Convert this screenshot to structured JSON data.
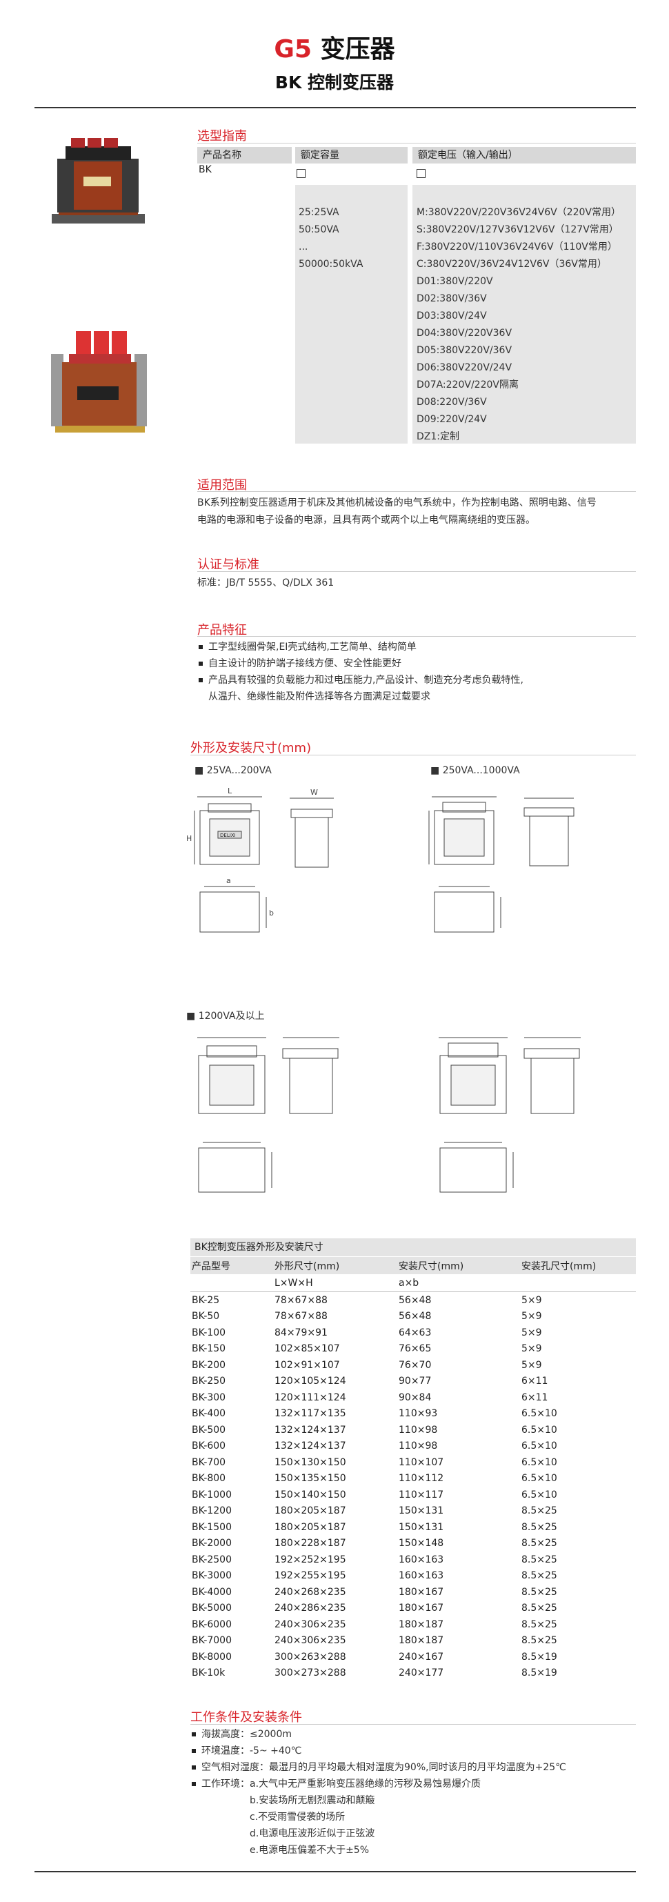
{
  "header": {
    "series": "G5",
    "series_suffix": " 变压器",
    "subtitle": "BK 控制变压器"
  },
  "selection": {
    "title": "选型指南",
    "columns": [
      "产品名称",
      "额定容量",
      "额定电压（输入/输出）"
    ],
    "product": "BK",
    "capacity_lines": [
      "25:25VA",
      "50:50VA",
      "...",
      " 50000:50kVA"
    ],
    "voltage_lines": [
      "M:380V220V/220V36V24V6V（220V常用）",
      "S:380V220V/127V36V12V6V（127V常用）",
      "F:380V220V/110V36V24V6V（110V常用）",
      "C:380V220V/36V24V12V6V（36V常用）",
      "D01:380V/220V",
      "D02:380V/36V",
      "D03:380V/24V",
      "D04:380V/220V36V",
      "D05:380V220V/36V",
      "D06:380V220V/24V",
      "D07A:220V/220V隔离",
      "D08:220V/36V",
      "D09:220V/24V",
      "DZ1:定制"
    ]
  },
  "scope": {
    "title": "适用范围",
    "text1": "BK系列控制变压器适用于机床及其他机械设备的电气系统中，作为控制电路、照明电路、信号",
    "text2": "电路的电源和电子设备的电源，且具有两个或两个以上电气隔离绕组的变压器。"
  },
  "standard": {
    "title": "认证与标准",
    "text": "标准：JB/T 5555、Q/DLX 361"
  },
  "features": {
    "title": "产品特征",
    "items": [
      "工字型线圈骨架,EI壳式结构,工艺简单、结构简单",
      "自主设计的防护端子接线方便、安全性能更好",
      "产品具有较强的负载能力和过电压能力,产品设计、制造充分考虑负载特性,"
    ],
    "continuation": "从温升、绝缘性能及附件选择等各方面满足过载要求"
  },
  "dimensions": {
    "title": "外形及安装尺寸(mm)",
    "group1": "25VA...200VA",
    "group2": "250VA...1000VA",
    "group3": "1200VA及以上",
    "label_L": "L",
    "label_W": "W",
    "label_H": "H",
    "label_a": "a",
    "label_b": "b",
    "brand": "DELIXI"
  },
  "dim_table": {
    "caption": "BK控制变压器外形及安装尺寸",
    "headers": [
      "产品型号",
      "外形尺寸(mm)",
      "安装尺寸(mm)",
      "安装孔尺寸(mm)"
    ],
    "subheaders": [
      "",
      "L×W×H",
      "a×b",
      ""
    ],
    "rows": [
      [
        "BK-25",
        "78×67×88",
        "56×48",
        "5×9"
      ],
      [
        "BK-50",
        "78×67×88",
        "56×48",
        "5×9"
      ],
      [
        "BK-100",
        "84×79×91",
        "64×63",
        "5×9"
      ],
      [
        "BK-150",
        "102×85×107",
        "76×65",
        "5×9"
      ],
      [
        "BK-200",
        "102×91×107",
        "76×70",
        "5×9"
      ],
      [
        "BK-250",
        "120×105×124",
        "90×77",
        "6×11"
      ],
      [
        "BK-300",
        "120×111×124",
        "90×84",
        "6×11"
      ],
      [
        "BK-400",
        "132×117×135",
        "110×93",
        "6.5×10"
      ],
      [
        "BK-500",
        "132×124×137",
        "110×98",
        "6.5×10"
      ],
      [
        "BK-600",
        "132×124×137",
        "110×98",
        "6.5×10"
      ],
      [
        "BK-700",
        "150×130×150",
        "110×107",
        "6.5×10"
      ],
      [
        "BK-800",
        "150×135×150",
        "110×112",
        "6.5×10"
      ],
      [
        "BK-1000",
        "150×140×150",
        "110×117",
        "6.5×10"
      ],
      [
        "BK-1200",
        "180×205×187",
        "150×131",
        "8.5×25"
      ],
      [
        "BK-1500",
        "180×205×187",
        "150×131",
        "8.5×25"
      ],
      [
        "BK-2000",
        "180×228×187",
        "150×148",
        "8.5×25"
      ],
      [
        "BK-2500",
        "192×252×195",
        "160×163",
        "8.5×25"
      ],
      [
        "BK-3000",
        "192×255×195",
        "160×163",
        "8.5×25"
      ],
      [
        "BK-4000",
        "240×268×235",
        "180×167",
        "8.5×25"
      ],
      [
        "BK-5000",
        "240×286×235",
        "180×167",
        "8.5×25"
      ],
      [
        "BK-6000",
        "240×306×235",
        "180×187",
        "8.5×25"
      ],
      [
        "BK-7000",
        "240×306×235",
        "180×187",
        "8.5×25"
      ],
      [
        "BK-8000",
        "300×263×288",
        "240×167",
        "8.5×19"
      ],
      [
        "BK-10k",
        "300×273×288",
        "240×177",
        "8.5×19"
      ]
    ]
  },
  "conditions": {
    "title": "工作条件及安装条件",
    "items": [
      "海拔高度：≤2000m",
      "环境温度：-5~ +40℃",
      "空气相对湿度：最湿月的月平均最大相对湿度为90%,同时该月的月平均温度为+25℃",
      "工作环境：a.大气中无严重影响变压器绝缘的污秽及易蚀易爆介质"
    ],
    "subitems": [
      "b.安装场所无剧烈震动和颠簸",
      "c.不受雨雪侵袭的场所",
      "d.电源电压波形近似于正弦波",
      "e.电源电压偏差不大于±5%"
    ]
  },
  "colors": {
    "accent": "#d8232a",
    "header_grey": "#d8d8d8",
    "column_grey": "#e6e6e6"
  }
}
